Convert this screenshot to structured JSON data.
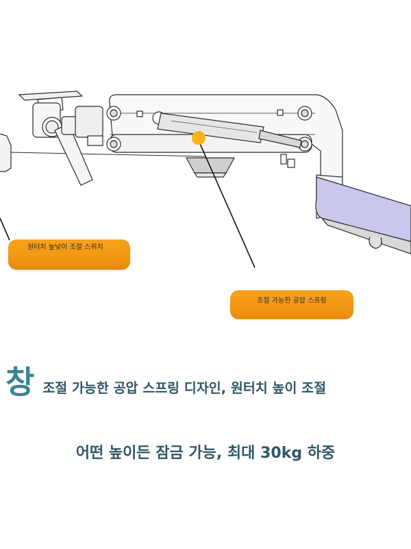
{
  "callouts": {
    "left": "원터치 높낮이 조절 스위치",
    "right": "조절 가능한 공압 스프링"
  },
  "headline": {
    "glyph": "창",
    "text": "조절 가능한 공압 스프링 디자인, 원터치 높이 조절"
  },
  "subline": "어떤 높이든 잠금 가능, 최대 30kg 하중",
  "colors": {
    "callout": "#f29712",
    "accent_dot": "#f6b515",
    "heading_glyph": "#3b8391",
    "heading_text": "#2f5666",
    "arm_panel": "#c9c7ee"
  }
}
